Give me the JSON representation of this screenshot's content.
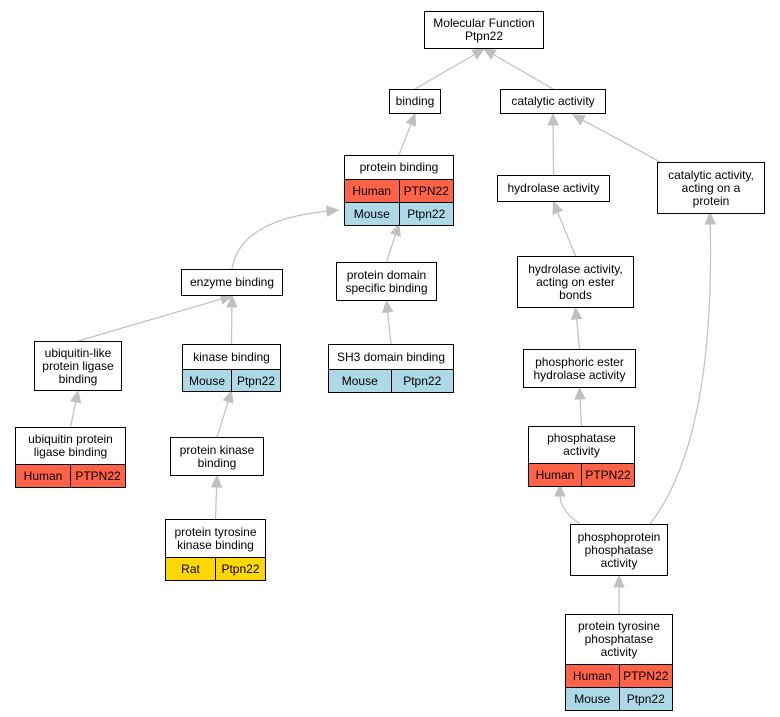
{
  "colors": {
    "edge": "#c0c0c0",
    "human": "#ff6347",
    "mouse": "#add8e6",
    "rat": "#ffd700"
  },
  "nodes": {
    "mf": {
      "label": "Molecular Function\nPtpn22"
    },
    "binding": {
      "label": "binding"
    },
    "catalytic": {
      "label": "catalytic activity"
    },
    "protbind": {
      "label": "protein binding",
      "rows": [
        {
          "species": "Human",
          "gene": "PTPN22",
          "color": "#ff6347"
        },
        {
          "species": "Mouse",
          "gene": "Ptpn22",
          "color": "#add8e6"
        }
      ]
    },
    "hydrolase": {
      "label": "hydrolase activity"
    },
    "catprot": {
      "label": "catalytic activity,\nacting on a\nprotein"
    },
    "enzyme": {
      "label": "enzyme binding"
    },
    "pdsb": {
      "label": "protein domain\nspecific binding"
    },
    "hydroester": {
      "label": "hydrolase activity,\nacting on ester\nbonds"
    },
    "ubiqlike": {
      "label": "ubiquitin-like\nprotein ligase\nbinding"
    },
    "kinase": {
      "label": "kinase binding",
      "rows": [
        {
          "species": "Mouse",
          "gene": "Ptpn22",
          "color": "#add8e6"
        }
      ]
    },
    "sh3": {
      "label": "SH3 domain binding",
      "rows": [
        {
          "species": "Mouse",
          "gene": "Ptpn22",
          "color": "#add8e6"
        }
      ]
    },
    "phosester": {
      "label": "phosphoric ester\nhydrolase activity"
    },
    "ubiqprot": {
      "label": "ubiquitin protein\nligase binding",
      "rows": [
        {
          "species": "Human",
          "gene": "PTPN22",
          "color": "#ff6347"
        }
      ]
    },
    "protkinase": {
      "label": "protein kinase\nbinding"
    },
    "phosphatase": {
      "label": "phosphatase\nactivity",
      "rows": [
        {
          "species": "Human",
          "gene": "PTPN22",
          "color": "#ff6347"
        }
      ]
    },
    "phosprot": {
      "label": "phosphoprotein\nphosphatase\nactivity"
    },
    "ptkb": {
      "label": "protein tyrosine\nkinase binding",
      "rows": [
        {
          "species": "Rat",
          "gene": "Ptpn22",
          "color": "#ffd700"
        }
      ]
    },
    "ptpa": {
      "label": "protein tyrosine\nphosphatase\nactivity",
      "rows": [
        {
          "species": "Human",
          "gene": "PTPN22",
          "color": "#ff6347"
        },
        {
          "species": "Mouse",
          "gene": "Ptpn22",
          "color": "#add8e6"
        }
      ]
    }
  },
  "edges": [
    {
      "from": "binding",
      "to": "mf"
    },
    {
      "from": "catalytic",
      "to": "mf"
    },
    {
      "from": "protbind",
      "to": "binding"
    },
    {
      "from": "hydrolase",
      "to": "catalytic"
    },
    {
      "from": "catprot",
      "to": "catalytic"
    },
    {
      "from": "enzyme",
      "to": "protbind"
    },
    {
      "from": "pdsb",
      "to": "protbind"
    },
    {
      "from": "hydroester",
      "to": "hydrolase"
    },
    {
      "from": "ubiqlike",
      "to": "enzyme"
    },
    {
      "from": "kinase",
      "to": "enzyme"
    },
    {
      "from": "sh3",
      "to": "pdsb"
    },
    {
      "from": "phosester",
      "to": "hydroester"
    },
    {
      "from": "ubiqprot",
      "to": "ubiqlike"
    },
    {
      "from": "protkinase",
      "to": "kinase"
    },
    {
      "from": "phosphatase",
      "to": "phosester"
    },
    {
      "from": "ptkb",
      "to": "protkinase"
    },
    {
      "from": "phosprot",
      "to": "phosphatase"
    },
    {
      "from": "phosprot",
      "to": "catprot"
    },
    {
      "from": "ptpa",
      "to": "phosprot"
    }
  ]
}
